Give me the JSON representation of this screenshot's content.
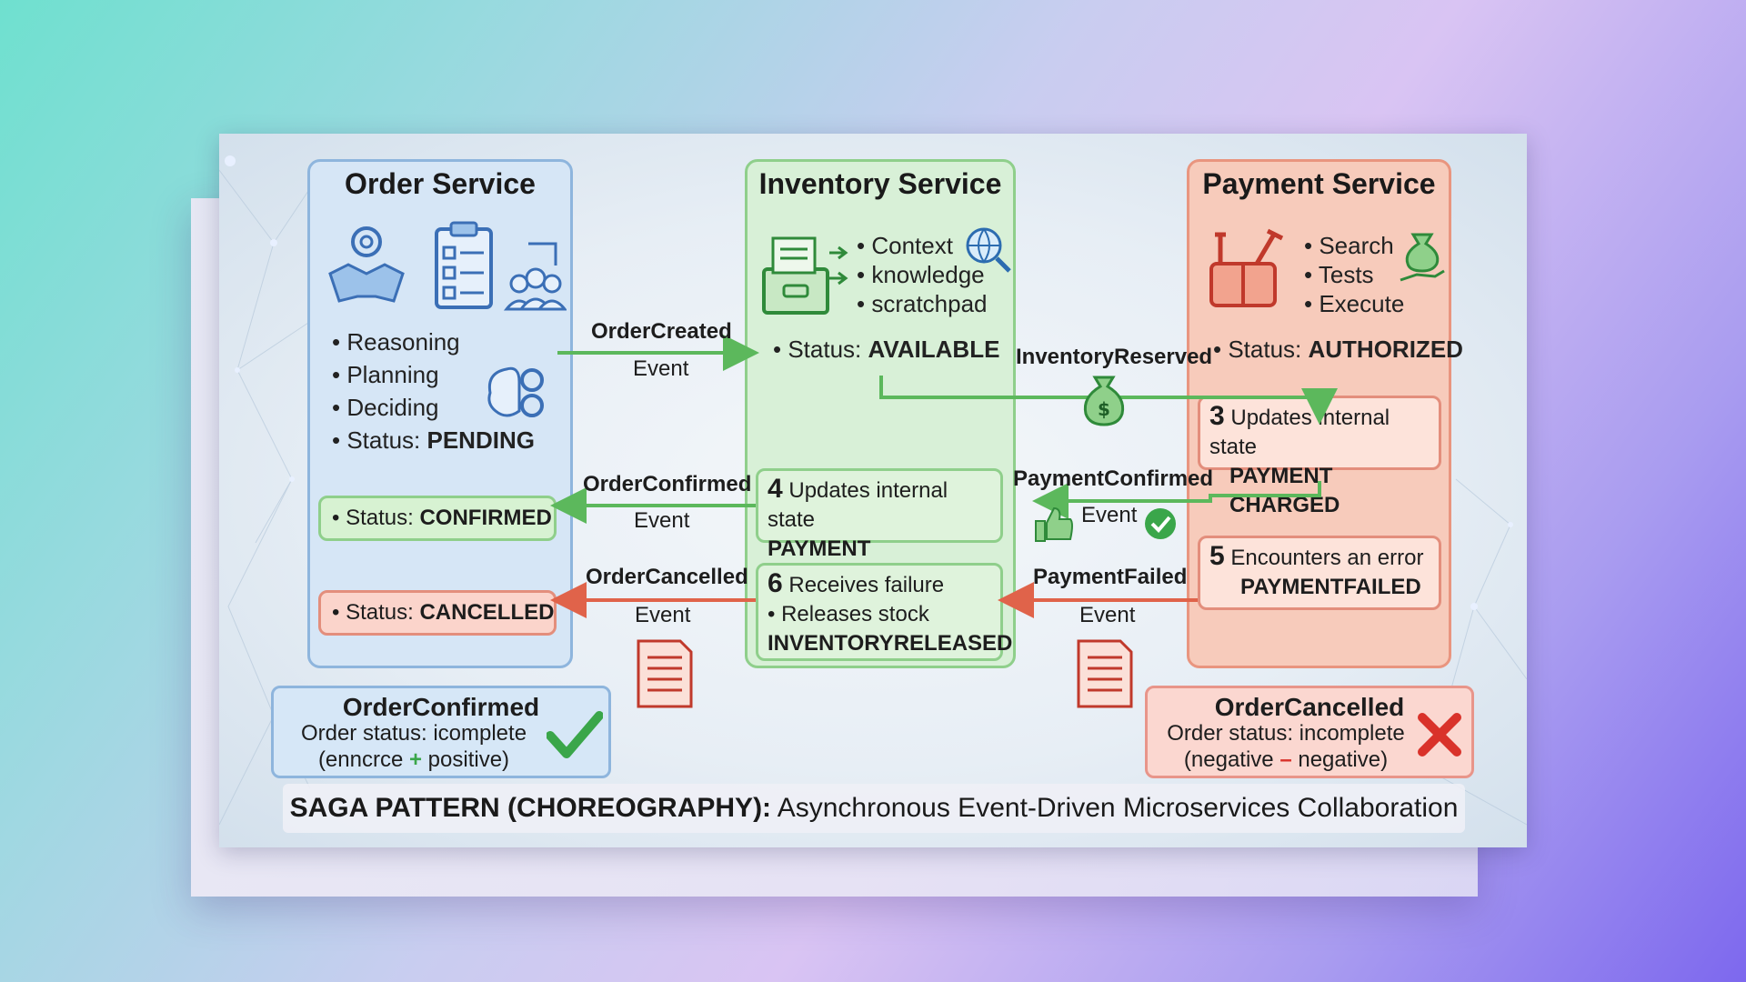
{
  "order_service": {
    "title": "Order Service",
    "bullets": [
      "Reasoning",
      "Planning",
      "Deciding"
    ],
    "status_label": "Status:",
    "status_value": "PENDING",
    "confirmed_label": "Status:",
    "confirmed_value": "CONFIRMED",
    "cancelled_label": "Status:",
    "cancelled_value": "CANCELLED"
  },
  "inventory_service": {
    "title": "Inventory Service",
    "bullets": [
      "Context",
      "knowledge",
      "scratchpad"
    ],
    "status_label": "Status:",
    "status_value": "AVAILABLE",
    "step4": {
      "num": "4",
      "text": "Updates internal state",
      "state": "PAYMENT CONFIRMED"
    },
    "step6": {
      "num": "6",
      "text": "Receives failure",
      "line2": "Releases stock",
      "state": "INVENTORYRELEASED"
    }
  },
  "payment_service": {
    "title": "Payment Service",
    "bullets": [
      "Search",
      "Tests",
      "Execute"
    ],
    "status_label": "Status:",
    "status_value": "AUTHORIZED",
    "step3": {
      "num": "3",
      "text": "Updates internal state",
      "state": "PAYMENT CHARGED"
    },
    "step5": {
      "num": "5",
      "text": "Encounters an error",
      "state": "PAYMENTFAILED"
    }
  },
  "events": {
    "order_created": {
      "name": "OrderCreated",
      "sub": "Event"
    },
    "inventory_reserved": {
      "name": "InventoryReserved"
    },
    "payment_confirmed": {
      "name": "PaymentConfirmed",
      "sub": "Event"
    },
    "order_confirmed": {
      "name": "OrderConfirmed",
      "sub": "Event"
    },
    "payment_failed": {
      "name": "PaymentFailed",
      "sub": "Event"
    },
    "order_cancelled": {
      "name": "OrderCancelled",
      "sub": "Event"
    }
  },
  "results": {
    "success": {
      "title": "OrderConfirmed",
      "line1": "Order status: icomplete",
      "line2_a": "(enncrce",
      "line2_sym": "+",
      "line2_b": "positive)"
    },
    "failure": {
      "title": "OrderCancelled",
      "line1": "Order status: incomplete",
      "line2_a": "(negative",
      "line2_sym": "–",
      "line2_b": "negative)"
    }
  },
  "footer": {
    "bold": "SAGA PATTERN (CHOREOGRAPHY):",
    "rest": " Asynchronous Event-Driven Microservices Collaboration"
  },
  "colors": {
    "green_arrow": "#5cb85c",
    "red_arrow": "#e0634a",
    "check": "#3aa64a",
    "cross": "#d9322a"
  },
  "icons": [
    "gear-handshake-icon",
    "checklist-icon",
    "team-icon",
    "brain-gears-icon",
    "file-cabinet-icon",
    "globe-search-icon",
    "tools-icon",
    "money-bag-hand-icon",
    "money-bag-icon",
    "thumbs-up-icon",
    "check-circle-icon",
    "document-icon",
    "checkmark-icon",
    "cross-icon"
  ]
}
